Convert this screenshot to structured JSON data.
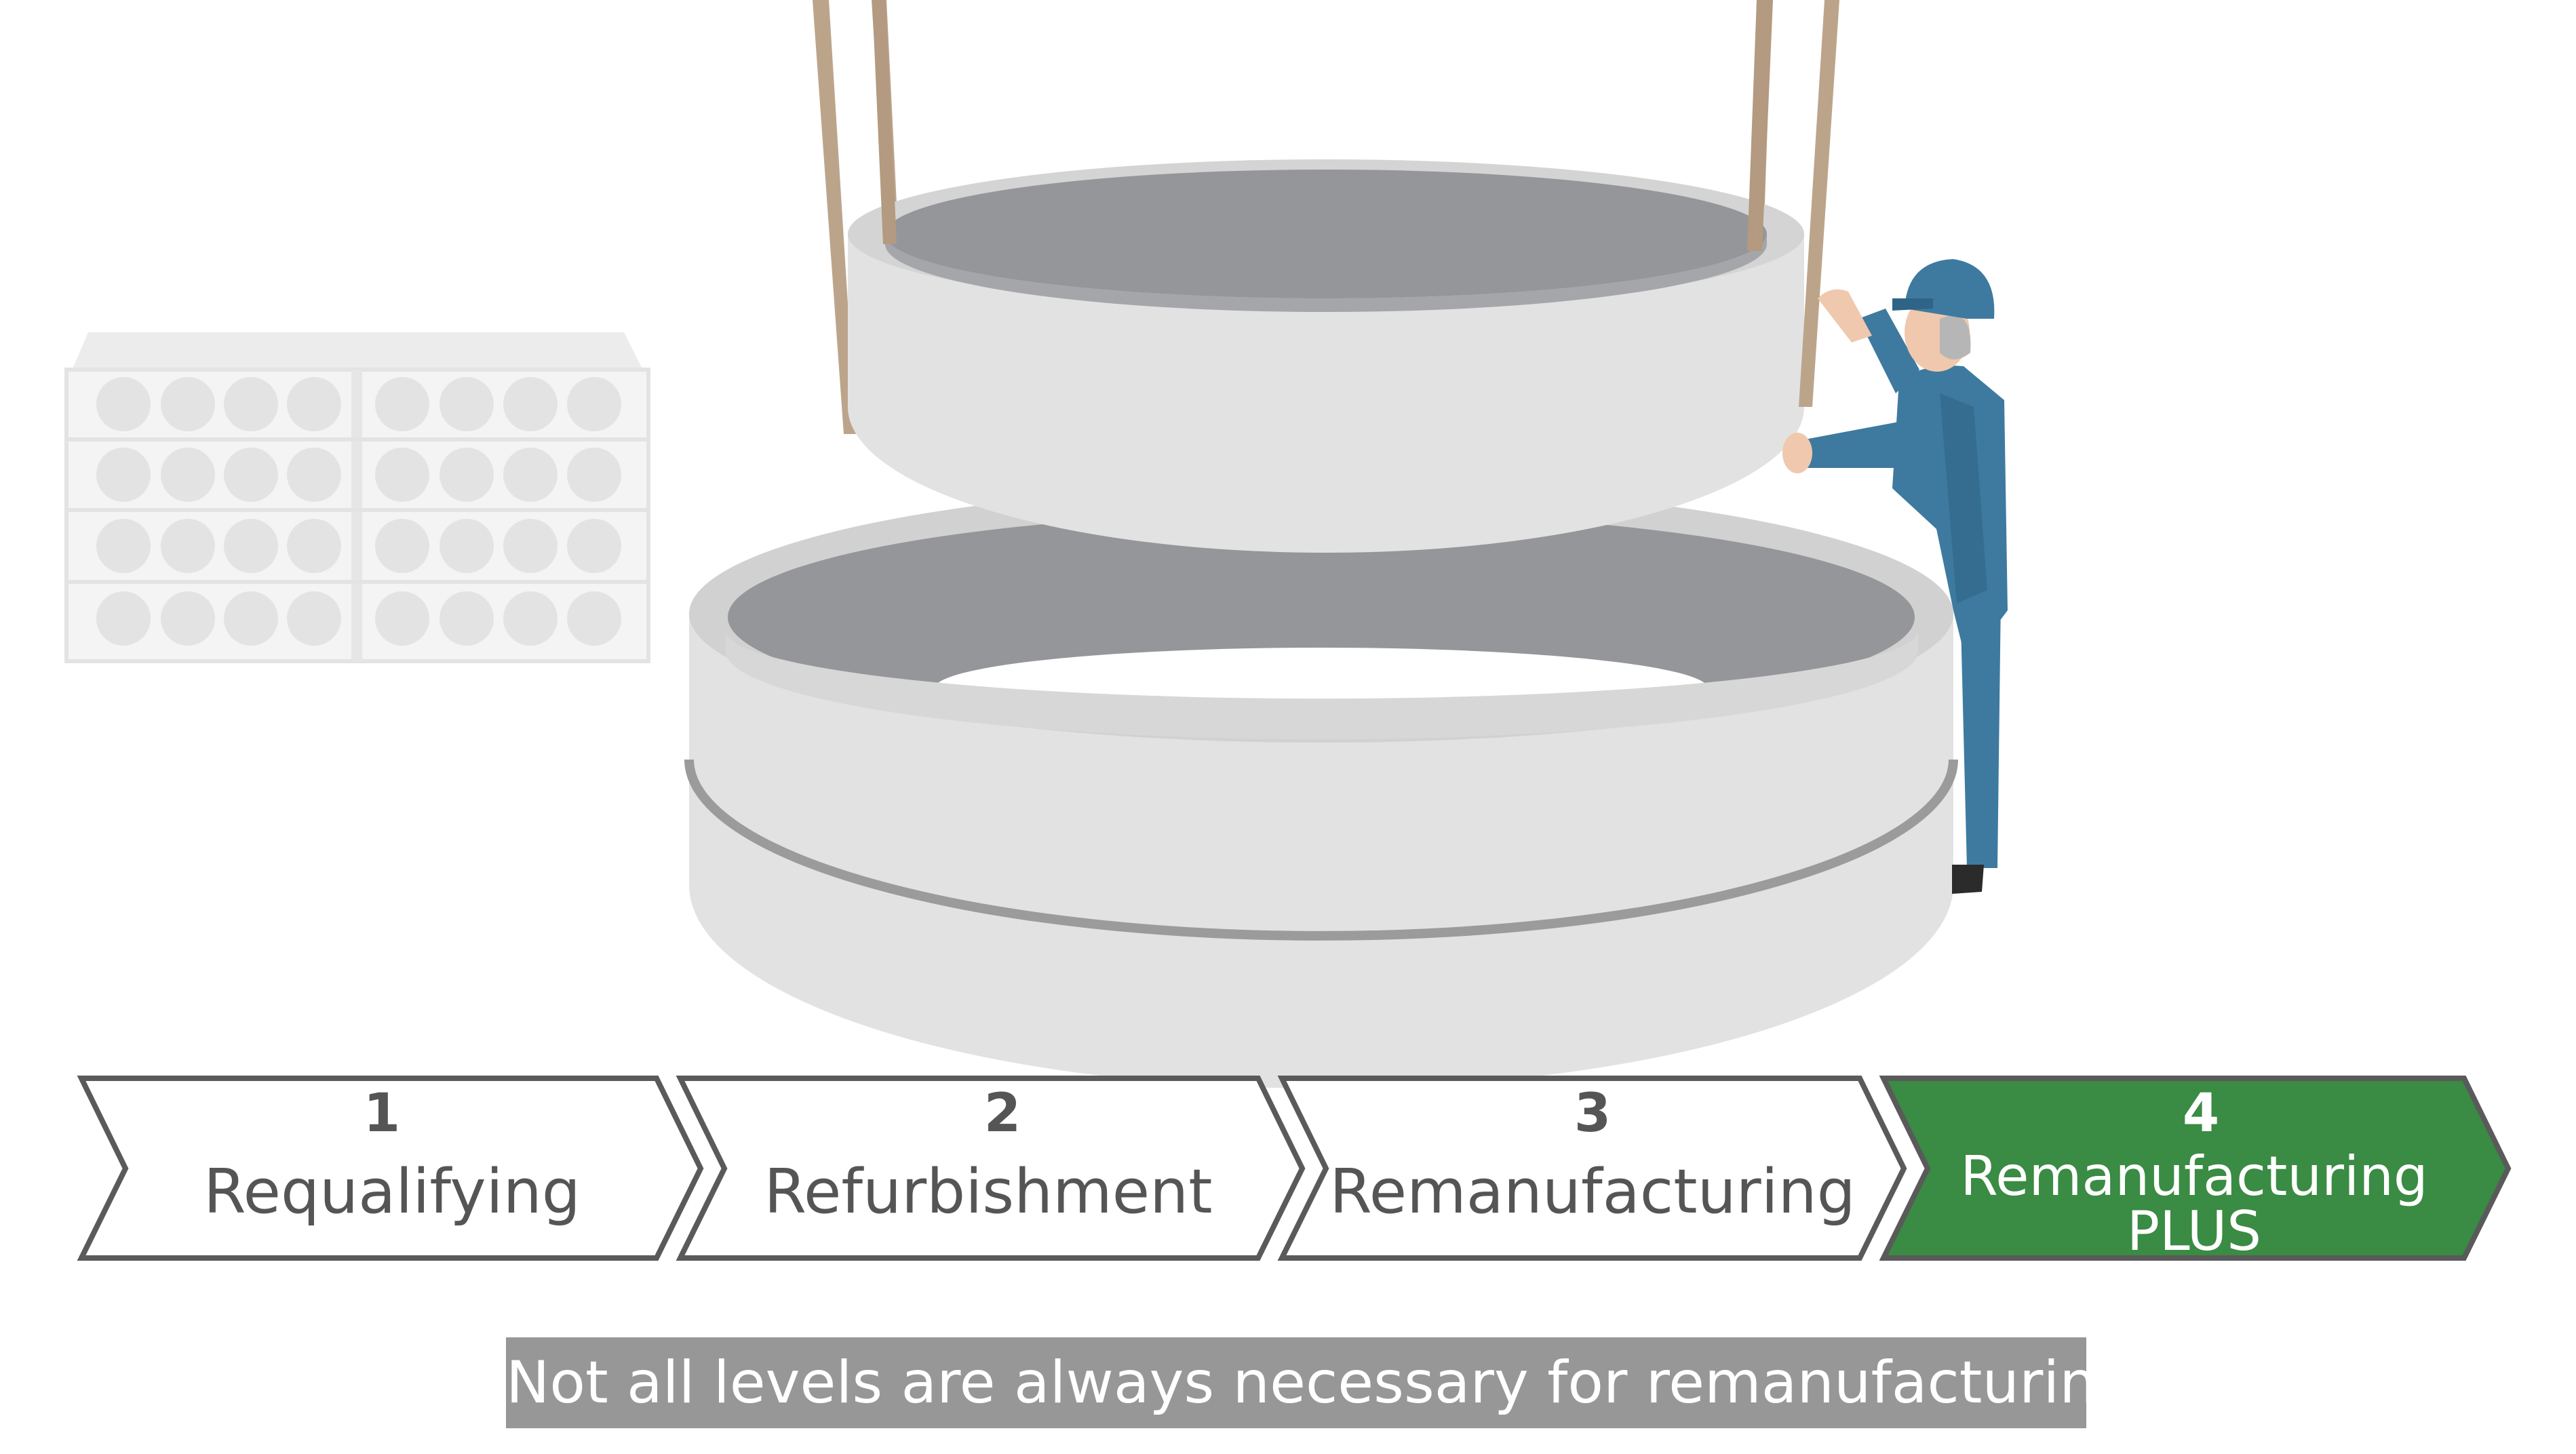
{
  "steps": [
    {
      "number": "1",
      "label": "Requalifying",
      "active": false
    },
    {
      "number": "2",
      "label": "Refurbishment",
      "active": false
    },
    {
      "number": "3",
      "label": "Remanufacturing",
      "active": false
    },
    {
      "number": "4",
      "label_line1": "Remanufacturing",
      "label_line2": "PLUS",
      "active": true
    }
  ],
  "subtitle": "Not all levels are always necessary for remanufacturing.",
  "colors": {
    "active_step": "#3a8b43",
    "step_outline": "#5a5a5a",
    "ring_light": "#e2e2e2",
    "ring_inner": "#959699",
    "worker_blue": "#3e7a9f",
    "subtitle_bg": "#979797"
  },
  "icons": {
    "rack": "storage-rack-illustration",
    "worker": "worker-illustration",
    "rings": "bearing-rings-illustration",
    "slings": "crane-slings-illustration"
  }
}
